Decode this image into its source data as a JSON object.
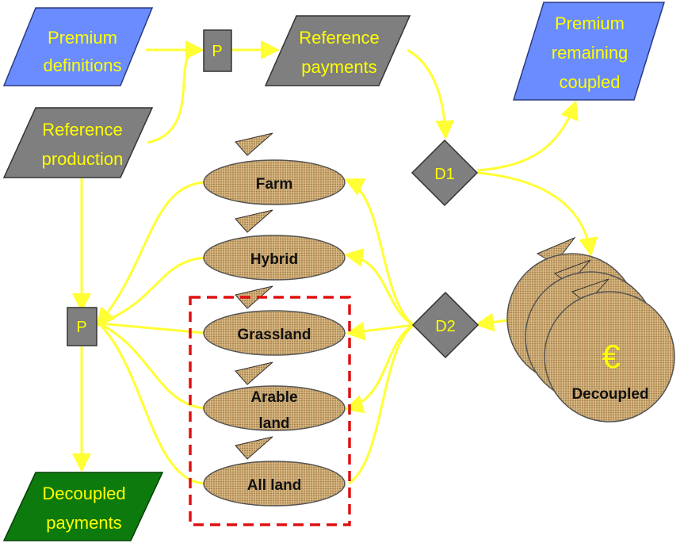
{
  "nodes": {
    "premium_definitions": {
      "line1": "Premium",
      "line2": "definitions"
    },
    "reference_production": {
      "line1": "Reference",
      "line2": "production"
    },
    "process_top": {
      "label": "P"
    },
    "reference_payments": {
      "line1": "Reference",
      "line2": "payments"
    },
    "premium_remaining_coupled": {
      "line1": "Premium",
      "line2": "remaining",
      "line3": "coupled"
    },
    "decision_d1": {
      "label": "D1"
    },
    "decision_d2": {
      "label": "D2"
    },
    "process_left": {
      "label": "P"
    },
    "decoupled_payments": {
      "line1": "Decoupled",
      "line2": "payments"
    },
    "farm": {
      "label": "Farm"
    },
    "hybrid": {
      "label": "Hybrid"
    },
    "grassland": {
      "label": "Grassland"
    },
    "arable_land": {
      "line1": "Arable",
      "line2": "land"
    },
    "all_land": {
      "label": "All land"
    },
    "decoupled_stack": {
      "symbol": "€",
      "label": "Decoupled"
    }
  },
  "colors": {
    "blue": "#6a8cff",
    "gray": "#7f7f7f",
    "green": "#0c7a0c",
    "yellow_text": "#ffff00",
    "arrow": "#ffff33",
    "burlap": "#c8a46e",
    "dashed_box": "#e01010"
  }
}
